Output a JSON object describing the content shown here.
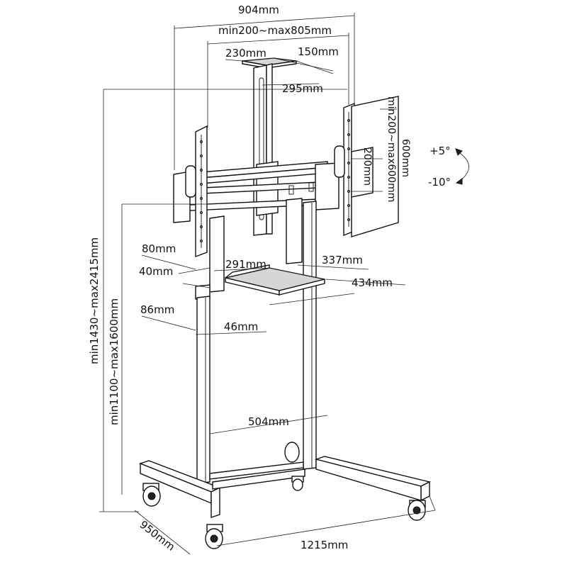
{
  "dimensions": {
    "overall_width": "904mm",
    "vesa_width_range": "min200~max805mm",
    "shelf_top_width_230": "230mm",
    "shelf_top_depth_150": "150mm",
    "shelf_top_width_295": "295mm",
    "panel_height_600": "600mm",
    "vesa_height_range": "min200~max600mm",
    "panel_height_200": "200mm",
    "tilt_up": "+5°",
    "tilt_down": "-10°",
    "total_height_range": "min1430~max2415mm",
    "column_height_range": "min1100~max1600mm",
    "column_80": "80mm",
    "column_40": "40mm",
    "shelf_291": "291mm",
    "shelf_337": "337mm",
    "shelf_434": "434mm",
    "column_86": "86mm",
    "column_46": "46mm",
    "base_inner_504": "504mm",
    "base_depth_950": "950mm",
    "base_width_1215": "1215mm"
  }
}
